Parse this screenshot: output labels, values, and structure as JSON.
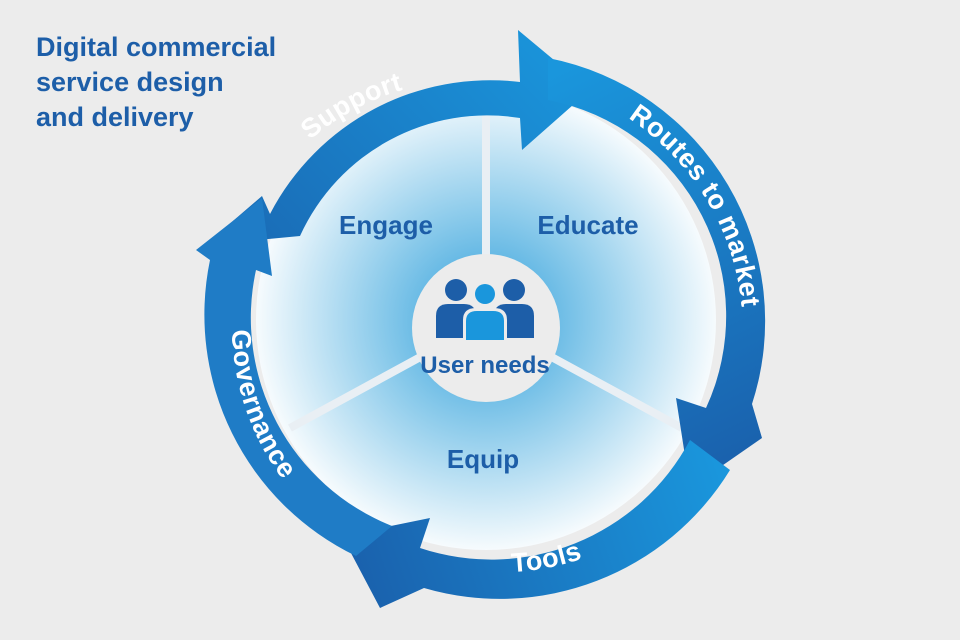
{
  "title_lines": [
    "Digital commercial",
    "service design",
    "and delivery"
  ],
  "segments": {
    "top_left": "Engage",
    "top_right": "Educate",
    "bottom": "Equip"
  },
  "center": {
    "label": "User needs",
    "icon": "users-group-icon"
  },
  "ring_labels": {
    "top": "Support",
    "right": "Routes to market",
    "bottom": "Tools",
    "left": "Governance"
  },
  "colors": {
    "background": "#ececec",
    "title": "#1d5ea8",
    "arrow_light": "#1a8fd8",
    "arrow_dark": "#1a5eaa",
    "disc_center": "#2f9fdb",
    "disc_edge": "#ffffff"
  }
}
